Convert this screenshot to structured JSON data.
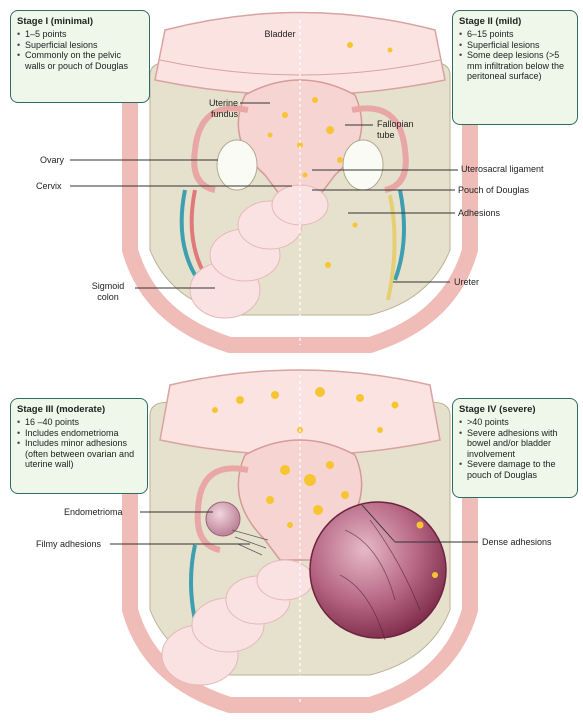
{
  "stage1": {
    "title": "Stage I (minimal)",
    "items": [
      "1–5 points",
      "Superficial lesions",
      "Commonly on the pelvic walls or pouch of Douglas"
    ]
  },
  "stage2": {
    "title": "Stage II (mild)",
    "items": [
      "6–15 points",
      "Superficial lesions",
      "Some deep lesions (>5 mm infiltration below the peritoneal surface)"
    ]
  },
  "stage3": {
    "title": "Stage III (moderate)",
    "items": [
      "16 –40 points",
      "Includes endometrioma",
      "Includes minor adhesions (often between ovarian and uterine wall)"
    ]
  },
  "stage4": {
    "title": "Stage IV (severe)",
    "items": [
      ">40 points",
      "Severe adhesions with bowel and/or bladder involvement",
      "Severe damage to the pouch of Douglas"
    ]
  },
  "labels": {
    "bladder": "Bladder",
    "uterine_fundus": "Uterine fundus",
    "fallopian_tube": "Fallopian tube",
    "ovary": "Ovary",
    "uterosacral_ligament": "Uterosacral ligament",
    "cervix": "Cervix",
    "pouch_of_douglas": "Pouch of Douglas",
    "adhesions": "Adhesions",
    "sigmoid_colon": "Sigmoid colon",
    "ureter": "Ureter",
    "endometrioma": "Endometrioma",
    "filmy_adhesions": "Filmy adhesions",
    "dense_adhesions": "Dense adhesions"
  },
  "colors": {
    "box_border": "#2f6b63",
    "box_fill": "#eef7ea",
    "pelvic_wall": "#f3c9c5",
    "peritoneum": "#e8e3d0",
    "uterus": "#f6d4d2",
    "lesion": "#f7c532",
    "colon": "#fbe2e2",
    "endometrioma": "#9a3e5c"
  }
}
